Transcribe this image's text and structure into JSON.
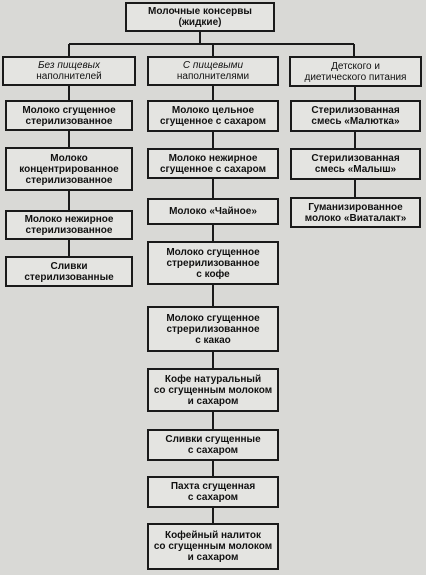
{
  "root": "Молочные консервы\n(жидкие)",
  "columns": [
    {
      "head_italic": "Без пищевых",
      "head_rest": "наполнителей",
      "items": [
        "Молоко сгущенное\nстерилизованное",
        "Молоко\nконцентрированное\nстерилизованное",
        "Молоко нежирное\nстерилизованное",
        "Сливки\nстерилизованные"
      ]
    },
    {
      "head_italic": "С пищевыми",
      "head_rest": "наполнителями",
      "items": [
        "Молоко цельное\nсгущенное с сахаром",
        "Молоко нежирное\nсгущенное с сахаром",
        "Молоко «Чайное»",
        "Молоко сгущенное\nстрерилизованное\nс кофе",
        "Молоко сгущенное\nстрерилизованное\nс какао",
        "Кофе натуральный\nсо сгущенным молоком\nи сахаром",
        "Сливки сгущенные\nс сахаром",
        "Пахта сгущенная\nс сахаром",
        "Кофейный налиток\nсо сгущенным молоком\nи сахаром"
      ]
    },
    {
      "head_italic": "",
      "head_rest": "Детского и\nдиетического питания",
      "items": [
        "Стерилизованная\nсмесь «Малютка»",
        "Стерилизованная\nсмесь «Малыш»",
        "Гуманизированное\nмолоко «Виаталакт»"
      ]
    }
  ]
}
